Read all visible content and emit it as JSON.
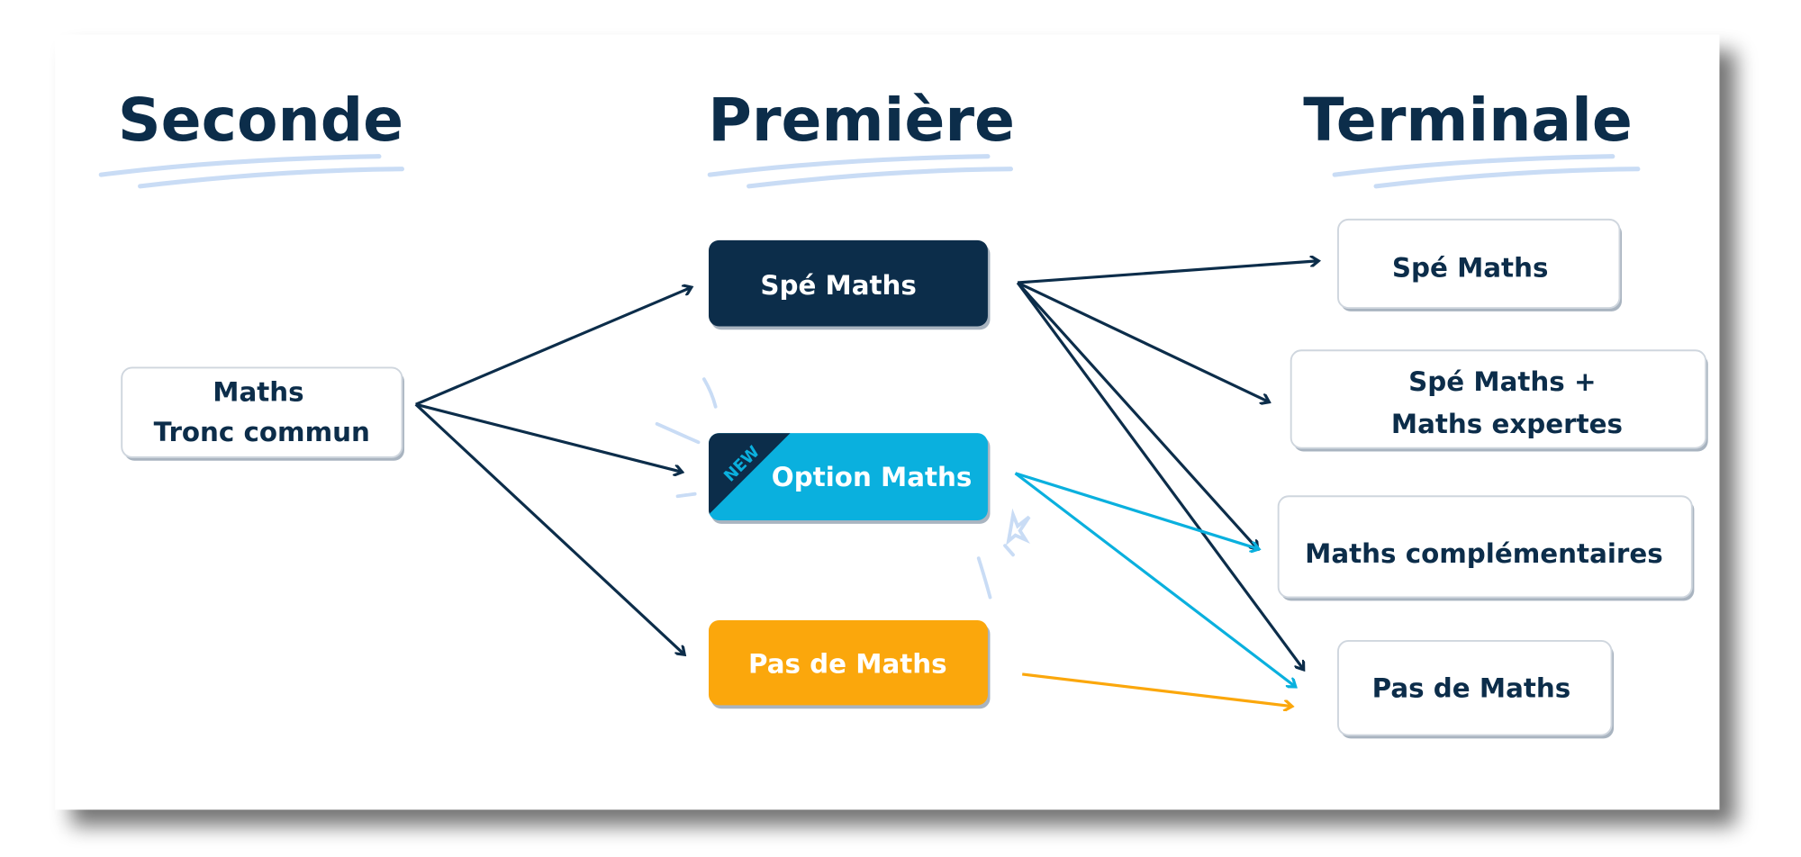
{
  "colors": {
    "navy": "#0c2d4a",
    "cyan": "#0ab0de",
    "orange": "#fba70c",
    "underline": "#c9dcf5"
  },
  "columns": {
    "seconde": "Seconde",
    "premiere": "Première",
    "terminale": "Terminale"
  },
  "seconde": {
    "line1": "Maths",
    "line2": "Tronc commun"
  },
  "premiere": {
    "spe": "Spé Maths",
    "option": "Option Maths",
    "option_badge": "NEW",
    "pas": "Pas de Maths"
  },
  "terminale": {
    "spe": "Spé Maths",
    "expertes_line1": "Spé Maths +",
    "expertes_line2": "Maths expertes",
    "comp": "Maths complémentaires",
    "pas": "Pas de Maths"
  }
}
